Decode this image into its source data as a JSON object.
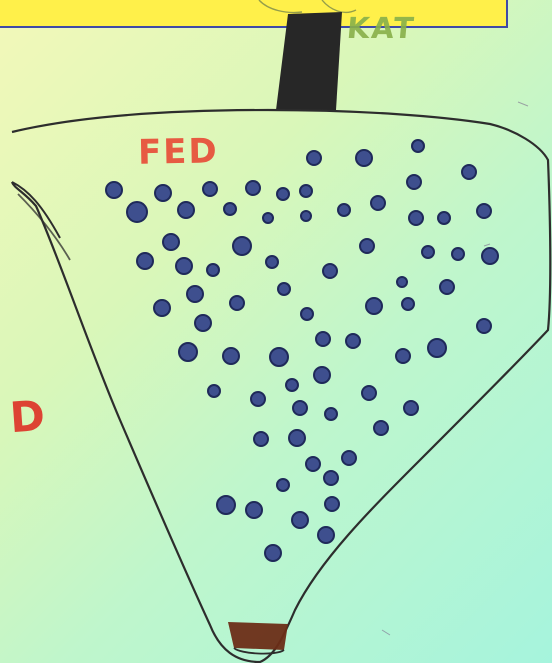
{
  "labels": {
    "top": "KAT",
    "middle": "FED",
    "left": "D"
  }
}
